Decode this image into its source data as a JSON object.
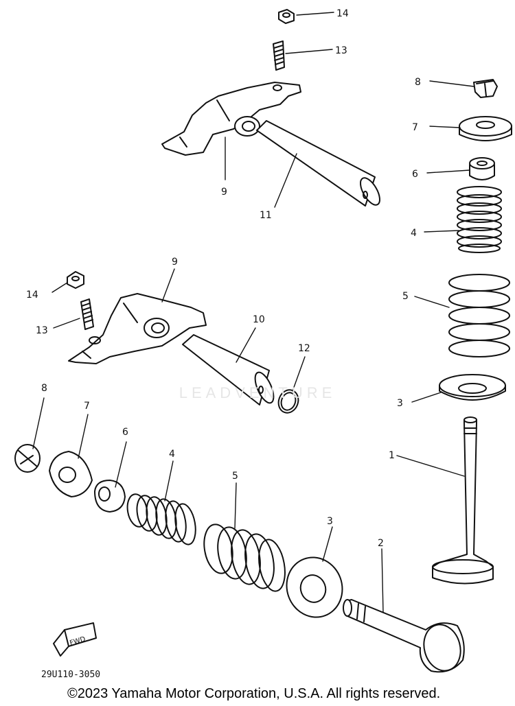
{
  "labels": {
    "top_14": "14",
    "top_13": "13",
    "top_9": "9",
    "top_11": "11",
    "mid_14": "14",
    "mid_13": "13",
    "mid_9": "9",
    "mid_10": "10",
    "mid_12": "12",
    "r_8": "8",
    "r_7": "7",
    "r_6": "6",
    "r_4": "4",
    "r_5": "5",
    "r_3": "3",
    "r_1": "1",
    "b_8": "8",
    "b_7": "7",
    "b_6": "6",
    "b_4": "4",
    "b_5": "5",
    "b_3": "3",
    "b_2": "2"
  },
  "fwd_label": "FWD",
  "watermark": "LEADVENTURE",
  "diagram_code": "29U110-3050",
  "copyright": "©2023 Yamaha Motor Corporation, U.S.A. All rights reserved."
}
